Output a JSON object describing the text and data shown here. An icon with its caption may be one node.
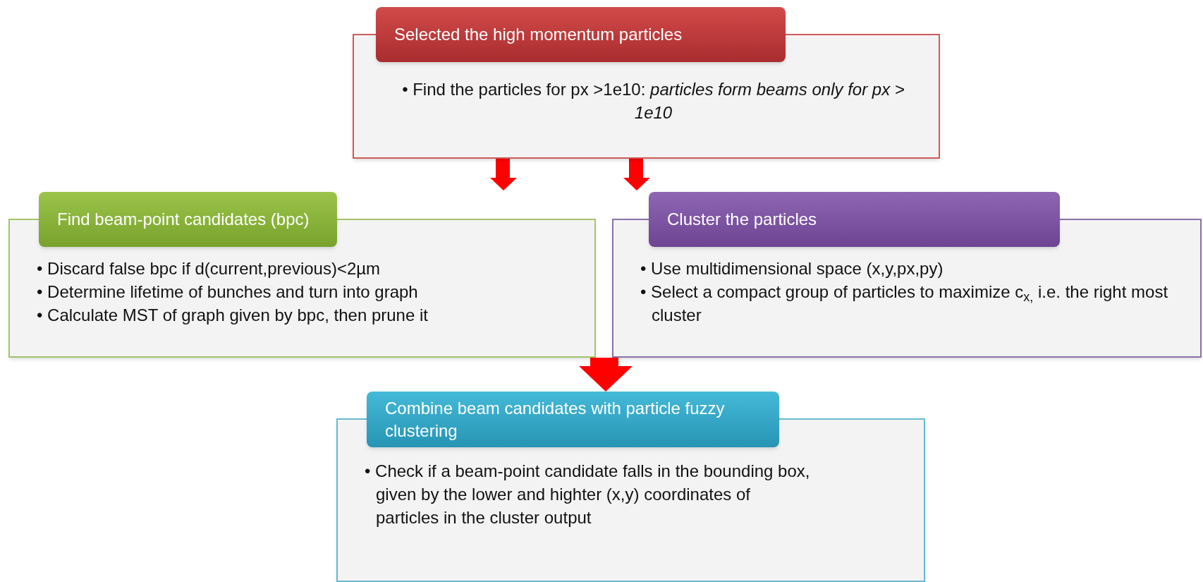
{
  "diagram": {
    "nodes": [
      {
        "text": [
          "Selected the high momentum particles",
          "• Find the particles for px >1e10: *particles form beams only for px > 1e10*"
        ]
      },
      {
        "text": [
          "Find beam-point  candidates (bpc)",
          "• Discard false bpc if d(current,previous)<2µm",
          "• Determine lifetime of bunches and turn into graph",
          "• Calculate MST of graph given by bpc, then prune it"
        ]
      },
      {
        "text": [
          "Cluster the particles",
          "• Use multidimensional  space (x,y,px,py)",
          "• Select a compact group of particles to maximize c$_{x,}$ i.e. the right most cluster"
        ]
      },
      {
        "text": [
          "Combine beam candidates with particle fuzzy clustering",
          "• Check if a beam-point candidate falls in the bounding box, given by the lower and highter (x,y) coordinates of particles in the cluster output"
        ]
      }
    ],
    "edges": [
      {
        "from": 0,
        "to": 1,
        "arrow": "to"
      },
      {
        "from": 0,
        "to": 2,
        "arrow": "to"
      },
      {
        "from": 1,
        "to": 3,
        "arrow": "to",
        "style": "thick"
      },
      {
        "from": 2,
        "to": 3,
        "arrow": "to",
        "style": "thick"
      }
    ]
  }
}
